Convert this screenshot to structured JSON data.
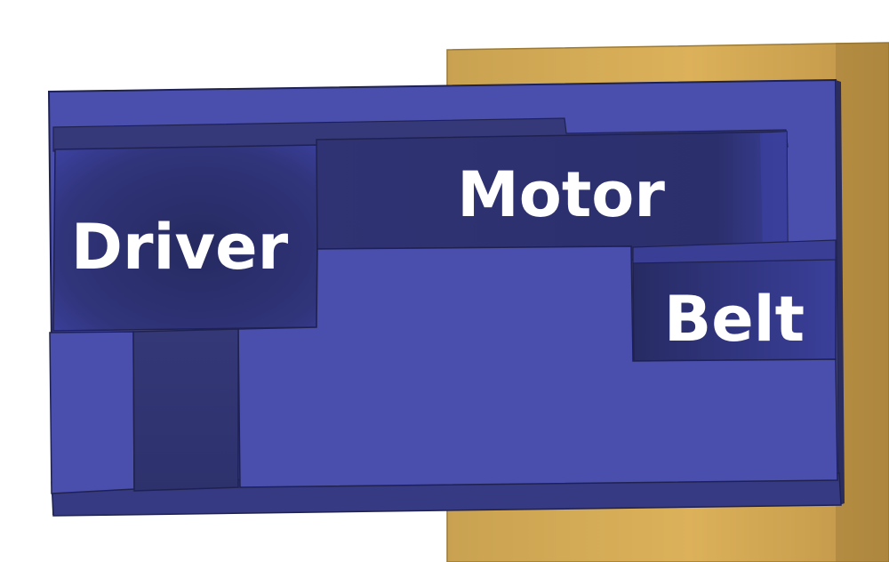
{
  "labels": {
    "driver": "Driver",
    "motor": "Motor",
    "belt": "Belt"
  },
  "colors": {
    "background": "#ffffff",
    "base_plate": "#d6ac52",
    "enclosure_top": "#4a4fad",
    "pocket_dark": "#2e3272",
    "rim_edge": "#2a2d5e",
    "label_text": "#ffffff"
  }
}
